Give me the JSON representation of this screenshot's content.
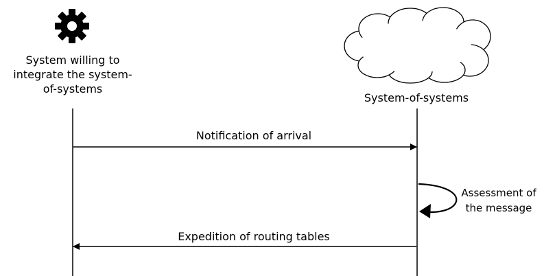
{
  "participants": {
    "left": {
      "icon": "gear-icon",
      "label_lines": [
        "System willing to",
        "integrate the system-",
        "of-systems"
      ]
    },
    "right": {
      "icon": "cloud-icon",
      "label": "System-of-systems"
    }
  },
  "messages": [
    {
      "label": "Notification of arrival",
      "direction": "left-to-right"
    },
    {
      "label": "Expedition of routing tables",
      "direction": "right-to-left"
    }
  ],
  "self_message": {
    "label_lines": [
      "Assessment of",
      "the message"
    ]
  },
  "colors": {
    "line": "#000000",
    "background": "#ffffff"
  }
}
